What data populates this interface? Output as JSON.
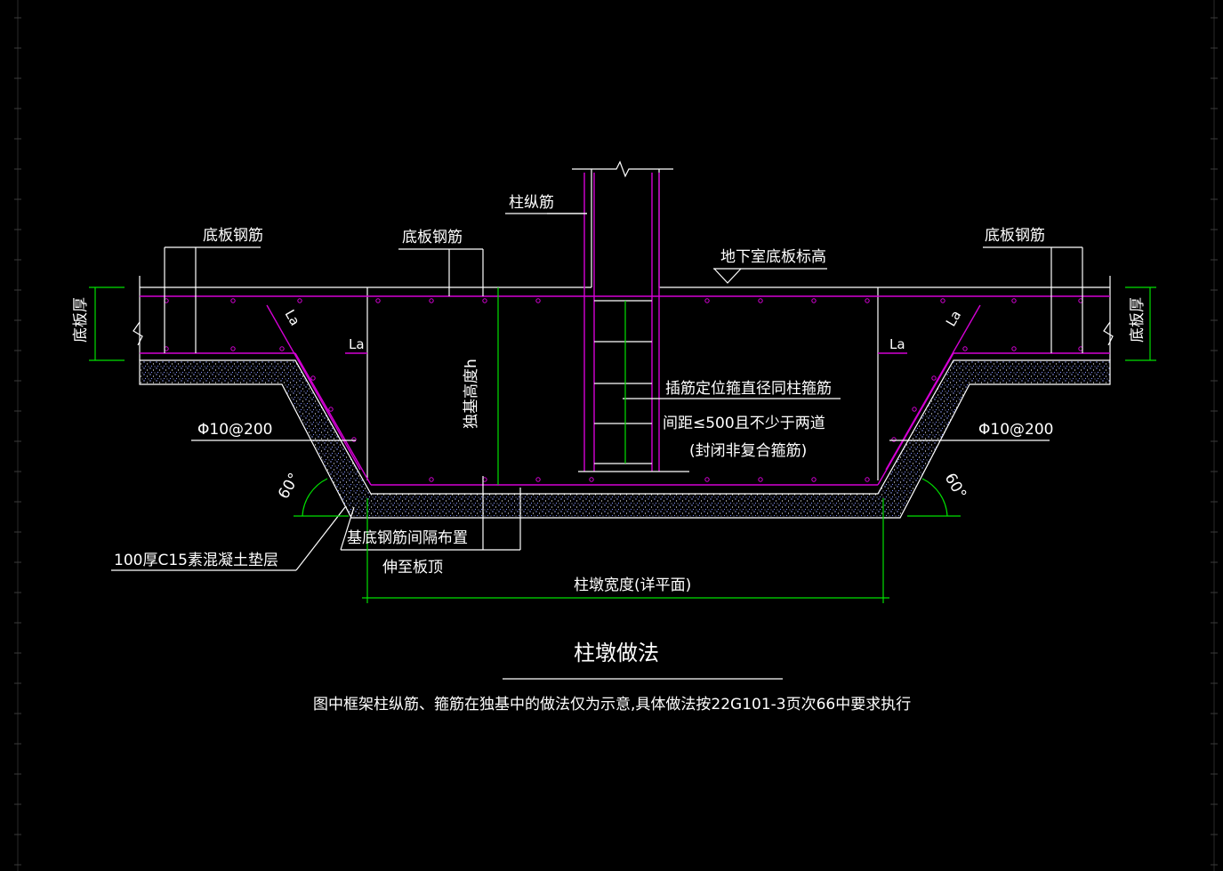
{
  "labels": {
    "bottom_bar_left": "底板钢筋",
    "bottom_bar_mid": "底板钢筋",
    "bottom_bar_right": "底板钢筋",
    "column_long_bar": "柱纵筋",
    "basement_elev": "地下室底板标高",
    "slab_thick_left": "底板厚",
    "slab_thick_right": "底板厚",
    "la_left": "La",
    "la_right": "La",
    "la_diag_left": "La",
    "la_diag_right": "La",
    "found_height": "独基高度h",
    "dowel_stirrup": "插筋定位箍直径同柱箍筋",
    "spacing_note": "间距≤500且不少于两道",
    "closed_note": "(封闭非复合箍筋)",
    "rebar_left": "Φ10@200",
    "rebar_right": "Φ10@200",
    "angle_left": "60°",
    "angle_right": "60°",
    "bedding": "100厚C15素混凝土垫层",
    "base_bar_interval": "基底钢筋间隔布置",
    "extend_top": "伸至板顶",
    "pier_width": "柱墩宽度(详平面)",
    "title": "柱墩做法",
    "note": "图中框架柱纵筋、箍筋在独基中的做法仅为示意,具体做法按22G101-3页次66中要求执行"
  },
  "colors": {
    "background": "#000000",
    "outline": "#ffffff",
    "rebar": "#d400d4",
    "dimension": "#00e000",
    "concrete_dots": "#7f8fff"
  }
}
